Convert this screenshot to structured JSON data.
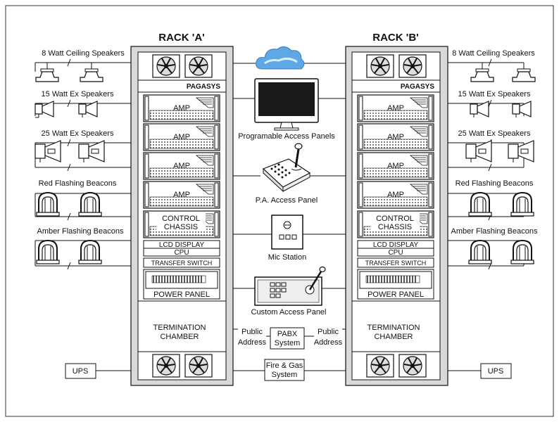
{
  "racks": {
    "a": {
      "title": "RACK 'A'",
      "brand": "PAGASYS",
      "amps": [
        "AMP",
        "AMP",
        "AMP",
        "AMP"
      ],
      "control": [
        "CONTROL",
        "CHASSIS"
      ],
      "lcd": "LCD DISPLAY",
      "cpu": "CPU",
      "transfer": "TRANSFER SWITCH",
      "power": "POWER PANEL",
      "termination": [
        "TERMINATION",
        "CHAMBER"
      ]
    },
    "b": {
      "title": "RACK 'B'",
      "brand": "PAGASYS",
      "amps": [
        "AMP",
        "AMP",
        "AMP",
        "AMP"
      ],
      "control": [
        "CONTROL",
        "CHASSIS"
      ],
      "lcd": "LCD DISPLAY",
      "cpu": "CPU",
      "transfer": "TRANSFER SWITCH",
      "power": "POWER PANEL",
      "termination": [
        "TERMINATION",
        "CHAMBER"
      ]
    }
  },
  "field_devices": {
    "left": [
      "8 Watt Ceiling Speakers",
      "15 Watt Ex Speakers",
      "25 Watt Ex Speakers",
      "Red Flashing Beacons",
      "Amber Flashing Beacons"
    ],
    "right": [
      "8 Watt Ceiling Speakers",
      "15 Watt Ex Speakers",
      "25 Watt Ex Speakers",
      "Red Flashing Beacons",
      "Amber Flashing Beacons"
    ]
  },
  "center": {
    "programable_panels": "Programable Access Panels",
    "pa_panel": "P.A. Access Panel",
    "mic_station": "Mic Station",
    "custom_panel": "Custom Access Panel",
    "public_address_left": [
      "Public",
      "Address"
    ],
    "public_address_right": [
      "Public",
      "Address"
    ],
    "pabx": [
      "PABX",
      "System"
    ],
    "fire_gas": [
      "Fire & Gas",
      "System"
    ]
  },
  "ups": {
    "left": "UPS",
    "right": "UPS"
  }
}
